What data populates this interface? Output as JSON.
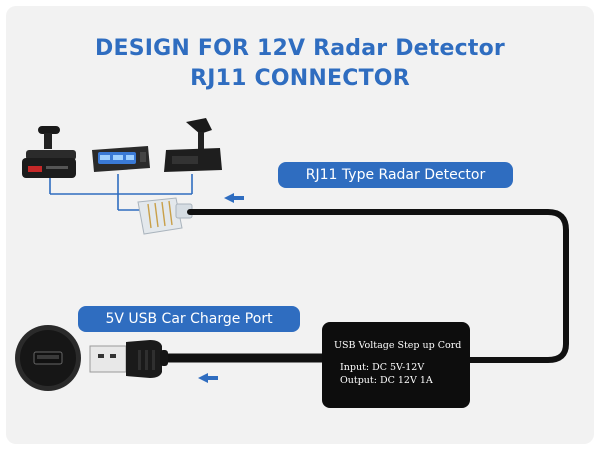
{
  "title": {
    "line1": "DESIGN FOR 12V Radar Detector",
    "line2": "RJ11 CONNECTOR"
  },
  "labels": {
    "rj11": "RJ11 Type Radar Detector",
    "usb_port": "5V USB Car Charge Port"
  },
  "converter_box": {
    "title": "USB Voltage Step up Cord",
    "input": "Input: DC 5V-12V",
    "output": "Output: DC 12V 1A"
  },
  "colors": {
    "accent_blue": "#2f6dc0",
    "cable": "#111111",
    "background": "#f2f2f2"
  },
  "icons": [
    "radar-detector-icon",
    "rj11-plug-icon",
    "usb-plug-icon",
    "usb-port-icon",
    "arrow-left-icon"
  ]
}
